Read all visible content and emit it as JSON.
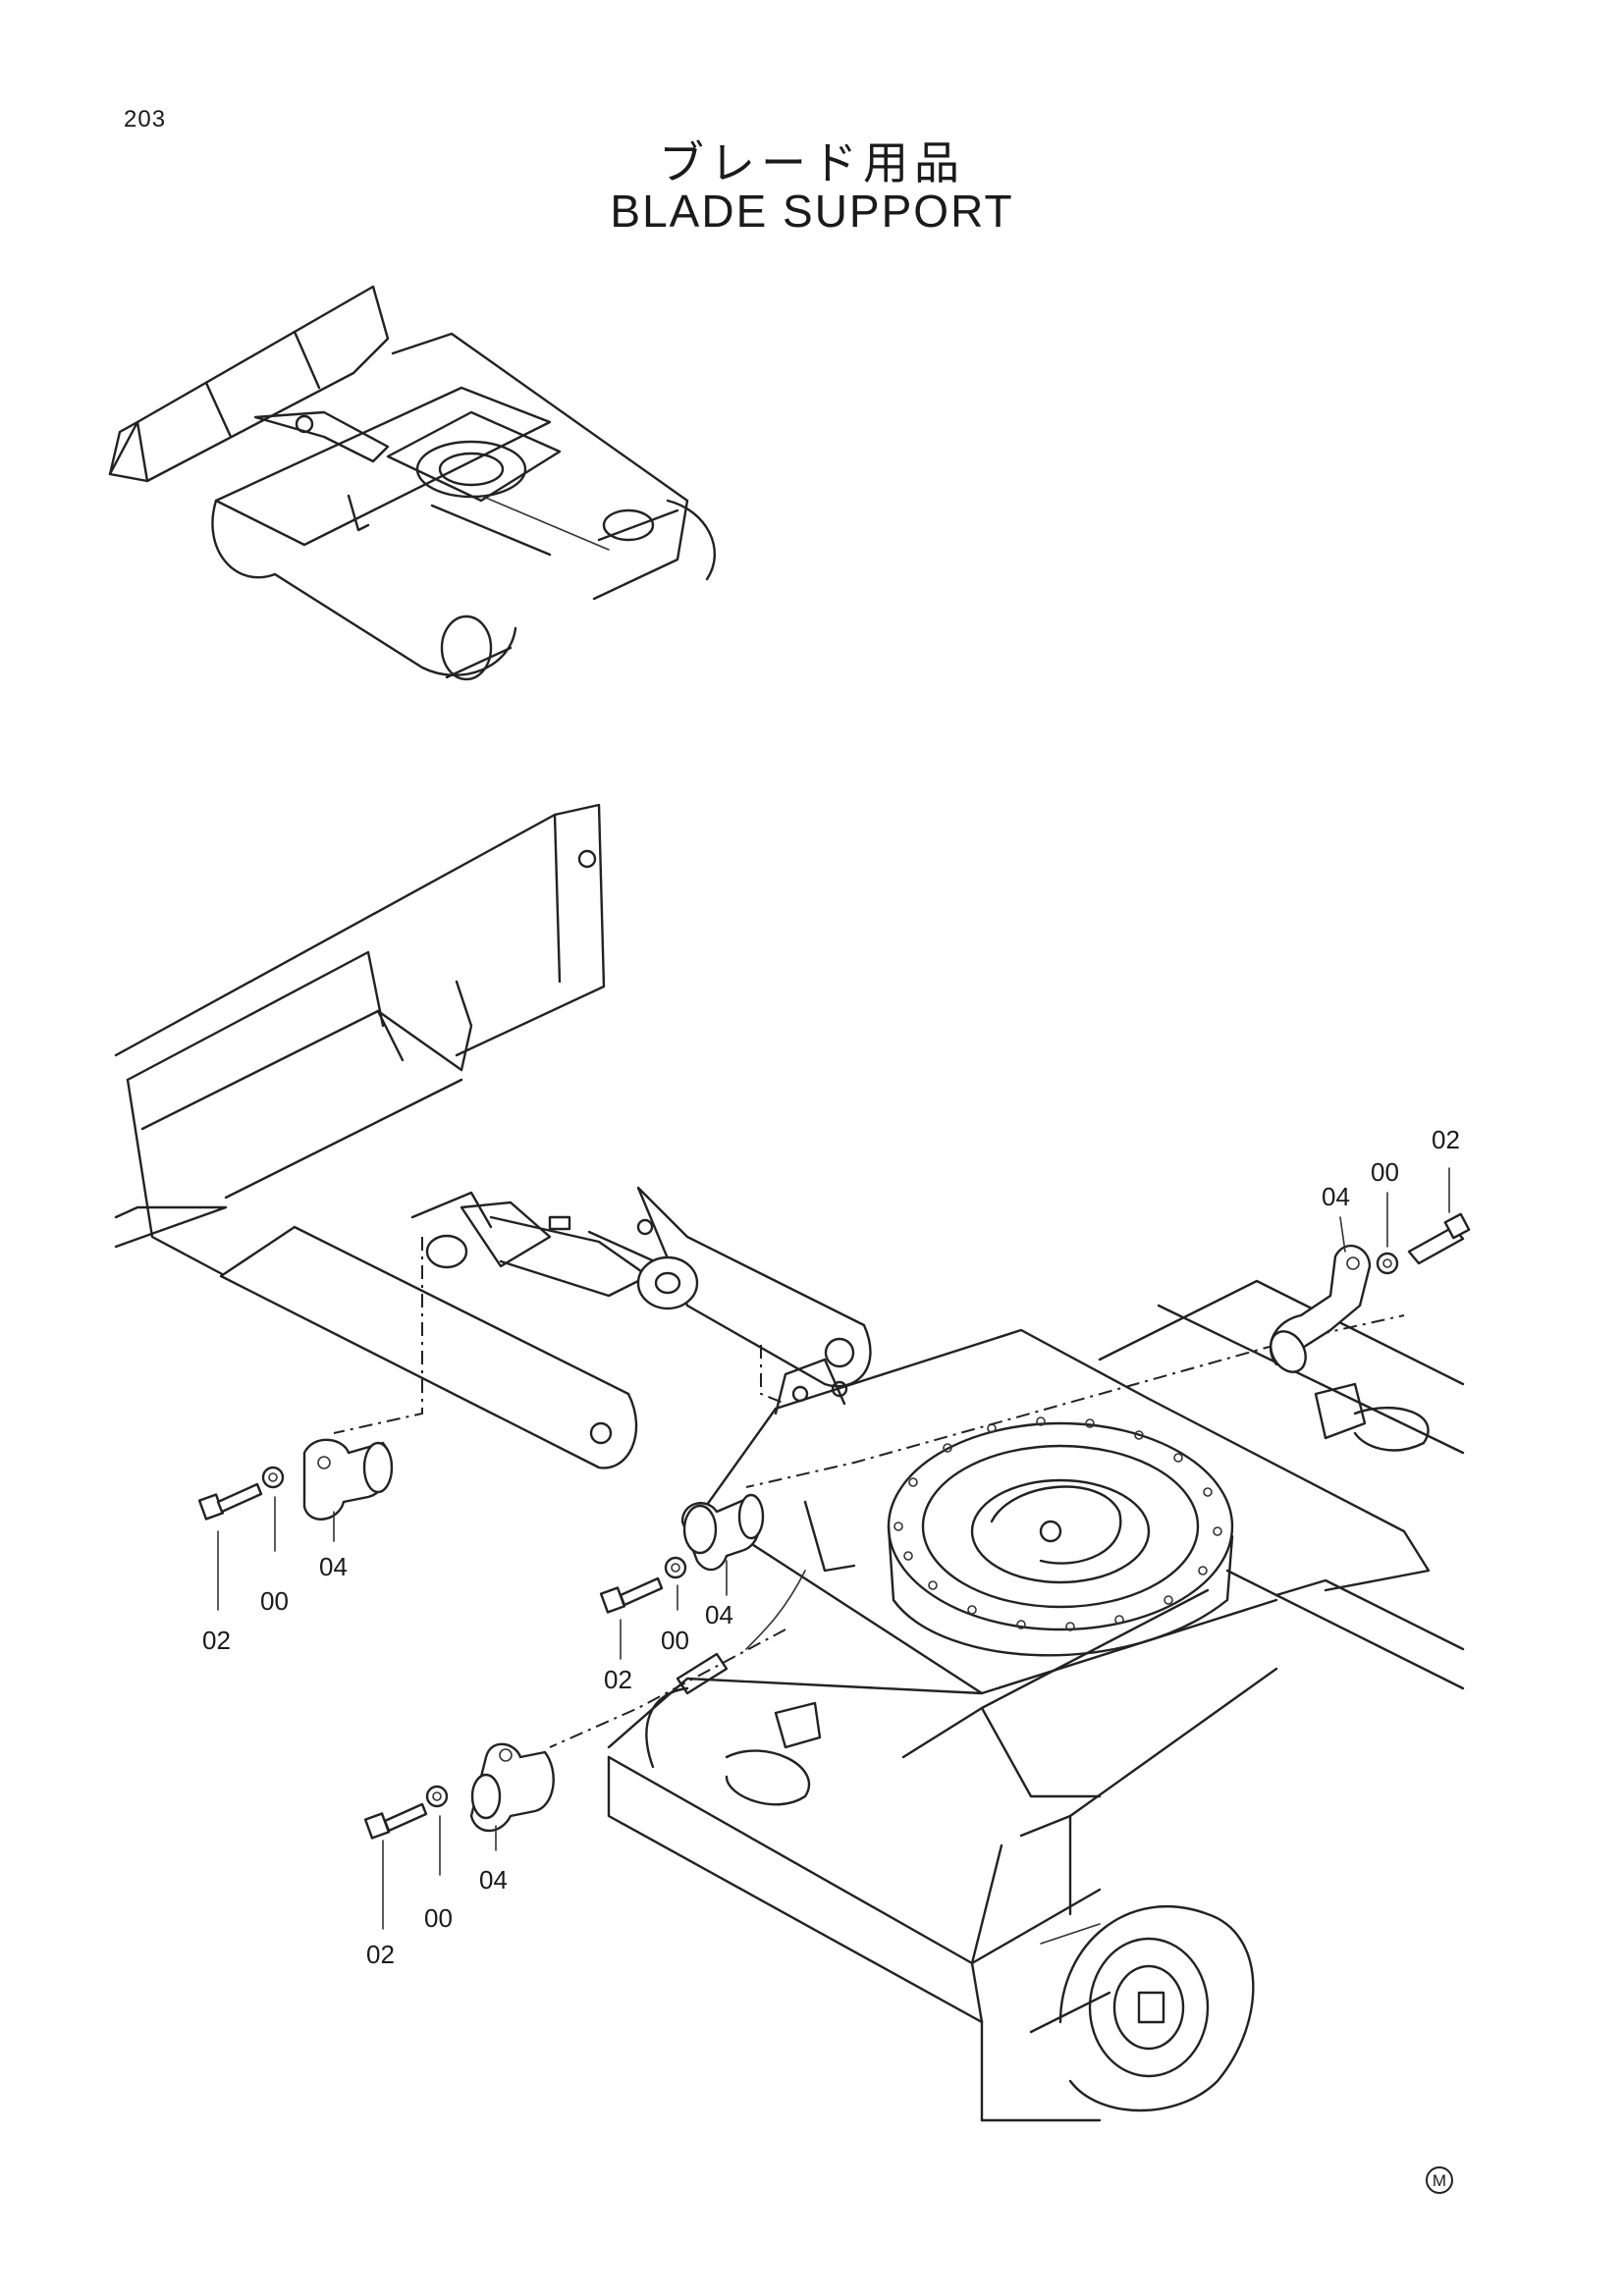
{
  "page_number": "203",
  "title_jp": "ブレード用品",
  "title_en": "BLADE SUPPORT",
  "callouts": {
    "upper_right": {
      "bolt": "02",
      "washer": "00",
      "bracket": "04"
    },
    "left": {
      "bolt": "02",
      "washer": "00",
      "bracket": "04"
    },
    "center": {
      "bolt": "02",
      "washer": "00",
      "bracket": "04"
    },
    "lower": {
      "bolt": "02",
      "washer": "00",
      "bracket": "04"
    }
  },
  "corner_mark": "M"
}
